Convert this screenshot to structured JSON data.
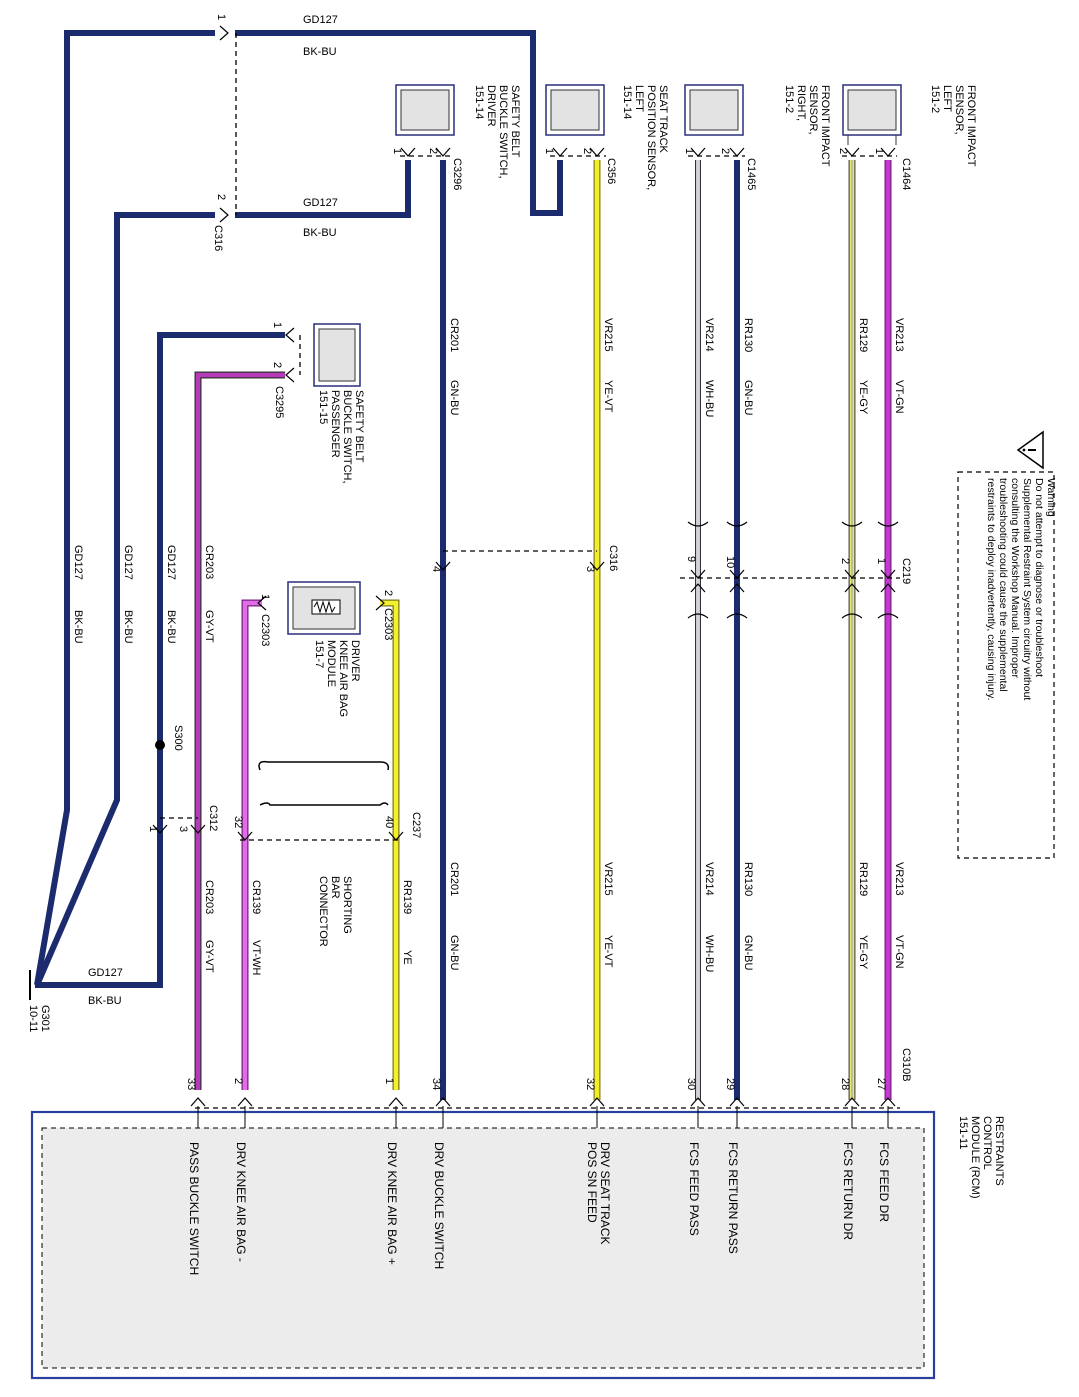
{
  "warning": {
    "title": "Warning",
    "lines": [
      "Do not attempt to diagnose or troubleshoot",
      "Supplemental Restraint System circuitry without",
      "consulting the Workshop Manual. Improper",
      "troubleshooting could cause the supplemental",
      "restraints to deploy inadvertently, causing injury."
    ]
  },
  "rcm": {
    "title_lines": [
      "RESTRAINTS",
      "CONTROL",
      "MODULE (RCM)",
      "151-11"
    ],
    "connector": "C310B",
    "pins": [
      {
        "num": "27",
        "label": "FCS FEED DR"
      },
      {
        "num": "28",
        "label": "FCS RETURN DR"
      },
      {
        "num": "29",
        "label": "FCS RETURN PASS"
      },
      {
        "num": "30",
        "label": "FCS FEED PASS"
      },
      {
        "num": "32",
        "label_lines": [
          "DRV SEAT TRACK",
          "POS SN FEED"
        ]
      },
      {
        "num": "34",
        "label": "DRV BUCKLE SWITCH"
      },
      {
        "num": "1",
        "label": "DRV KNEE AIR BAG +"
      },
      {
        "num": "2",
        "label": "DRV KNEE AIR BAG -"
      },
      {
        "num": "33",
        "label": "PASS BUCKLE SWITCH"
      }
    ]
  },
  "components": {
    "front_left": {
      "lines": [
        "FRONT IMPACT",
        "SENSOR,",
        "LEFT",
        "151-2"
      ],
      "connector": "C1464",
      "pin_a": "2",
      "pin_b": "1"
    },
    "front_right": {
      "lines": [
        "FRONT IMPACT",
        "SENSOR,",
        "RIGHT,",
        "151-2"
      ],
      "connector": "C1465",
      "pin_a": "1",
      "pin_b": "2"
    },
    "seat_track": {
      "lines": [
        "SEAT TRACK",
        "POSITION SENSOR,",
        "LEFT",
        "151-14"
      ],
      "connector": "C356",
      "pin_a": "1",
      "pin_b": "2"
    },
    "belt_driver": {
      "lines": [
        "SAFETY BELT",
        "BUCKLE SWITCH,",
        "DRIVER",
        "151-14"
      ],
      "connector": "C3296",
      "pin_a": "1",
      "pin_b": "2"
    },
    "belt_pass": {
      "lines": [
        "SAFETY BELT",
        "BUCKLE SWITCH,",
        "PASSENGER",
        "151-15"
      ],
      "connector": "C3295",
      "pin_a": "1",
      "pin_b": "2"
    },
    "knee_bag": {
      "lines": [
        "DRIVER",
        "KNEE AIR BAG",
        "MODULE",
        "151-7"
      ],
      "connector_a": "C2303",
      "connector_b": "C2303",
      "pin_a": "1",
      "pin_b": "2"
    },
    "shorting": {
      "lines": [
        "SHORTING",
        "BAR",
        "CONNECTOR"
      ]
    }
  },
  "wires": {
    "vr213": {
      "circuit": "VR213",
      "color": "VT-GN"
    },
    "rr129": {
      "circuit": "RR129",
      "color": "YE-GY"
    },
    "rr130": {
      "circuit": "RR130",
      "color": "GN-BU"
    },
    "vr214": {
      "circuit": "VR214",
      "color": "WH-BU"
    },
    "vr215": {
      "circuit": "VR215",
      "color": "YE-VT"
    },
    "cr201": {
      "circuit": "CR201",
      "color": "GN-BU"
    },
    "rr139": {
      "circuit": "RR139",
      "color": "YE"
    },
    "cr139": {
      "circuit": "CR139",
      "color": "VT-WH"
    },
    "cr203": {
      "circuit": "CR203",
      "color": "GY-VT"
    },
    "gd127": {
      "circuit": "GD127",
      "color": "BK-BU"
    }
  },
  "connectors": {
    "c219": {
      "name": "C219",
      "pins": [
        "1",
        "2",
        "10",
        "9"
      ]
    },
    "c316_mid": {
      "name": "C316",
      "pins": [
        "3",
        "4"
      ]
    },
    "c316_top": {
      "name": "C316",
      "pins": [
        "1",
        "2"
      ]
    },
    "c237": {
      "name": "C237",
      "pins": [
        "40",
        "32"
      ]
    },
    "c312": {
      "name": "C312",
      "pins": [
        "3",
        "1"
      ]
    },
    "s300": "S300",
    "g301": [
      "G301",
      "10-11"
    ]
  },
  "colors": {
    "violet": "#c43ad0",
    "yellow": "#f2ef2a",
    "navy": "#1c2a6e",
    "frame": "#2a3fa0"
  }
}
